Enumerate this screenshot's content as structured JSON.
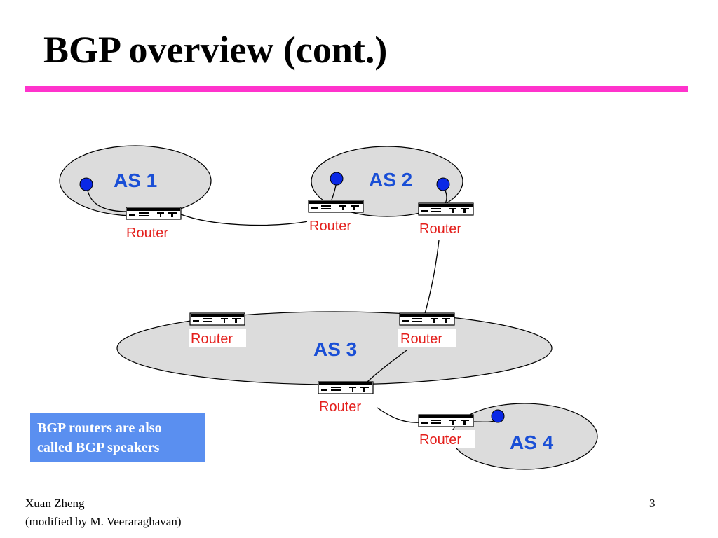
{
  "slide": {
    "title": "BGP overview (cont.)",
    "accent_color": "#ff33cc"
  },
  "diagram": {
    "autonomous_systems": [
      {
        "id": "as1",
        "label": "AS 1"
      },
      {
        "id": "as2",
        "label": "AS 2"
      },
      {
        "id": "as3",
        "label": "AS 3"
      },
      {
        "id": "as4",
        "label": "AS 4"
      }
    ],
    "routers": [
      {
        "id": "r-as1",
        "label": "Router"
      },
      {
        "id": "r-as2-left",
        "label": "Router"
      },
      {
        "id": "r-as2-right",
        "label": "Router"
      },
      {
        "id": "r-as3-left",
        "label": "Router"
      },
      {
        "id": "r-as3-right",
        "label": "Router"
      },
      {
        "id": "r-as3-bottom",
        "label": "Router"
      },
      {
        "id": "r-as4",
        "label": "Router"
      }
    ],
    "links": [
      {
        "from": "r-as1",
        "to": "r-as2-left"
      },
      {
        "from": "r-as2-right",
        "to": "r-as3-right"
      },
      {
        "from": "r-as3-right",
        "to": "r-as3-bottom"
      },
      {
        "from": "r-as3-bottom",
        "to": "r-as4"
      }
    ],
    "colors": {
      "as_fill": "#dcdcdc",
      "as_label": "#1a4fd6",
      "router_label": "#e4201d",
      "host_node": "#0a28e6"
    }
  },
  "callout": {
    "line1": "BGP routers are also",
    "line2": "called BGP speakers",
    "background": "#5a8ff0"
  },
  "footer": {
    "author_line1": "Xuan Zheng",
    "author_line2": "(modified by M. Veeraraghavan)",
    "page_number": "3"
  }
}
